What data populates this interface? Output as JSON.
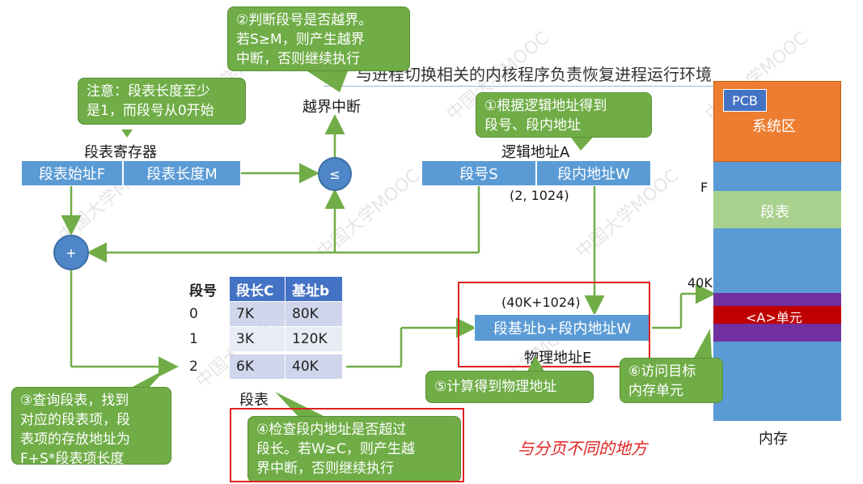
{
  "top_line": "与进程切换相关的内核程序负责恢复进程运行环境",
  "register": {
    "title": "段表寄存器",
    "start_label": "段表始址F",
    "length_label": "段表长度M"
  },
  "compare_symbol": "≤",
  "add_symbol": "+",
  "out_of_bounds": "越界中断",
  "logical": {
    "title": "逻辑地址A",
    "seg_label": "段号S",
    "offset_label": "段内地址W",
    "example": "(2, 1024)"
  },
  "segment_table": {
    "caption": "段表",
    "headers": [
      "段号",
      "段长C",
      "基址b"
    ],
    "rows": [
      {
        "no": "0",
        "len": "7K",
        "base": "80K"
      },
      {
        "no": "1",
        "len": "3K",
        "base": "120K"
      },
      {
        "no": "2",
        "len": "6K",
        "base": "40K"
      }
    ]
  },
  "physical": {
    "example": "(40K+1024)",
    "formula": "段基址b+段内地址W",
    "title": "物理地址E"
  },
  "memory": {
    "pcb": "PCB",
    "system_area": "系统区",
    "f_label": "F",
    "seg_table": "段表",
    "addr_40k": "40K",
    "unit_a": "<A>单元",
    "caption": "内存"
  },
  "callouts": {
    "c1": "①根据逻辑地址得到\n段号、段内地址",
    "c2": "②判断段号是否越界。\n若S≥M，则产生越界\n中断，否则继续执行",
    "c3": "③查询段表，找到\n对应的段表项，段\n表项的存放地址为\nF+S*段表项长度",
    "c4": "④检查段内地址是否超过\n段长。若W≥C，则产生越\n界中断，否则继续执行",
    "c5": "⑤计算得到物理地址",
    "c6": "⑥访问目标\n内存单元",
    "note": "注意：段表长度至少\n是1，而段号从0开始"
  },
  "difference_note": "与分页不同的地方",
  "colors": {
    "arrow": "#70ad47",
    "cell": "#5b9bd5",
    "callout": "#70ad47",
    "red": "#e02020",
    "system_area": "#ed7d31",
    "segtable_mem": "#a9d18e",
    "purple": "#7030a0",
    "unit_red": "#c00000"
  }
}
